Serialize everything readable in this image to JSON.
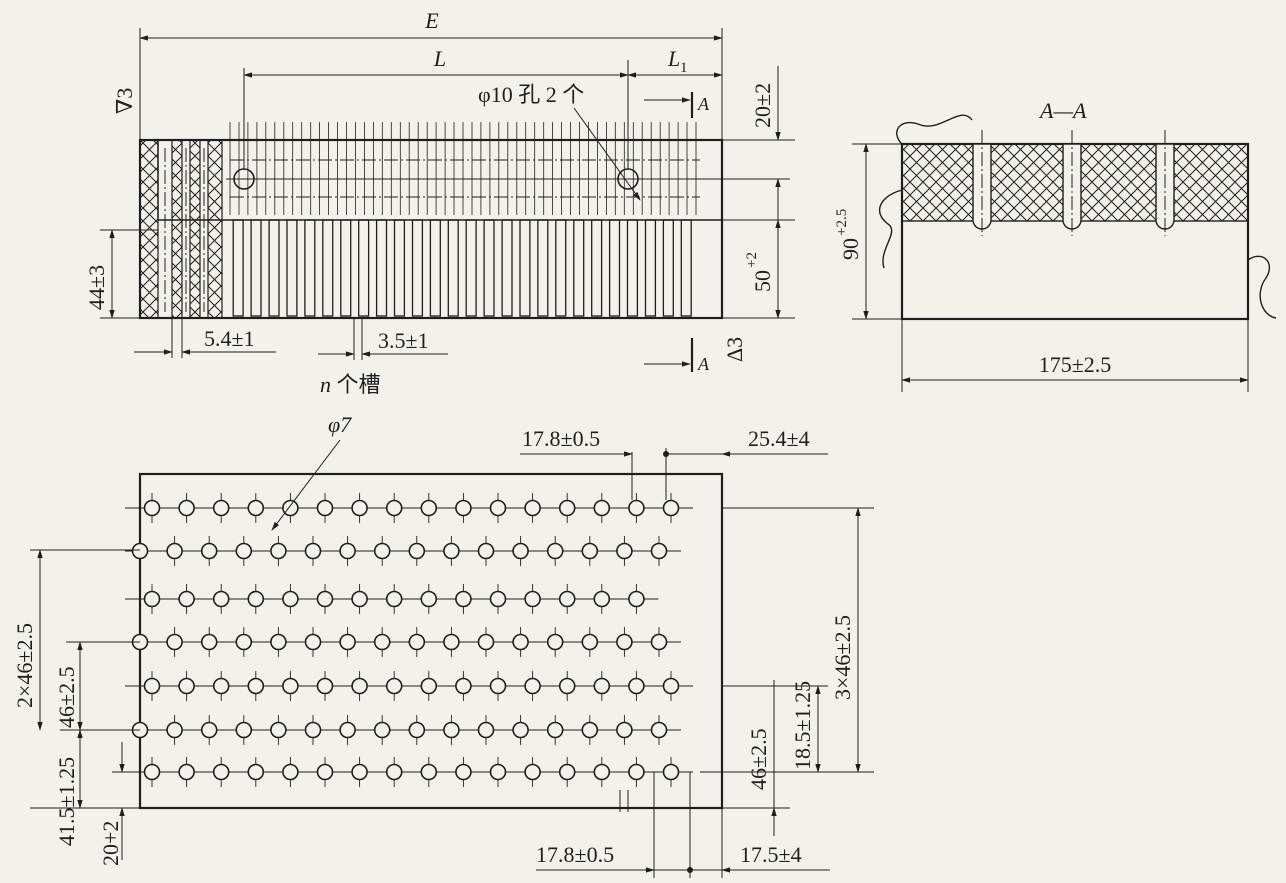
{
  "front_view": {
    "dim_E": "E",
    "dim_L": "L",
    "dim_L1_main": "L",
    "dim_L1_sub": "1",
    "hole_note": "φ10 孔 2 个",
    "section_letter_top": "A",
    "section_letter_bottom": "A",
    "dim_20": "20±2",
    "dim_50_main": "50",
    "dim_50_sup": "+2",
    "dim_44": "44±3",
    "dim_5_4": "5.4±1",
    "dim_3_5": "3.5±1",
    "slot_count_n": "n",
    "slot_count_text": " 个槽",
    "roughness_top": "∇3",
    "roughness_bottom": "Δ3"
  },
  "section_view": {
    "title": "A—A",
    "dim_90_main": "90",
    "dim_90_sup": "+2.5",
    "dim_175": "175±2.5"
  },
  "plan_view": {
    "hole_dia": "φ7",
    "dim_17_8_top": "17.8±0.5",
    "dim_25_4": "25.4±4",
    "dim_3x46": "3×46±2.5",
    "dim_2x46": "2×46±2.5",
    "dim_46_left": "46±2.5",
    "dim_41_5": "41.5±1.25",
    "dim_20_left": "20+2",
    "dim_46_right": "46±2.5",
    "dim_18_5": "18.5±1.25",
    "dim_17_8_bottom": "17.8±0.5",
    "dim_17_5": "17.5±4",
    "row_hole_counts": [
      16,
      16,
      15,
      16,
      16,
      16,
      16
    ]
  }
}
